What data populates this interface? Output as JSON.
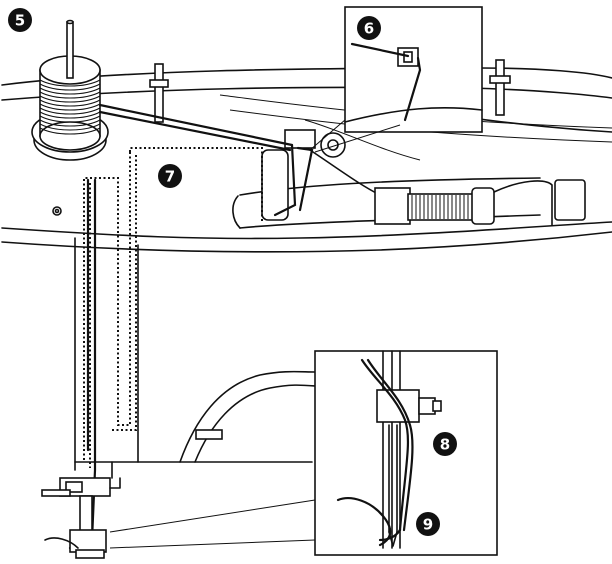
{
  "steps": [
    {
      "id": "5",
      "label": "5"
    },
    {
      "id": "6",
      "label": "6"
    },
    {
      "id": "7",
      "label": "7"
    },
    {
      "id": "8",
      "label": "8"
    },
    {
      "id": "9",
      "label": "9"
    }
  ]
}
